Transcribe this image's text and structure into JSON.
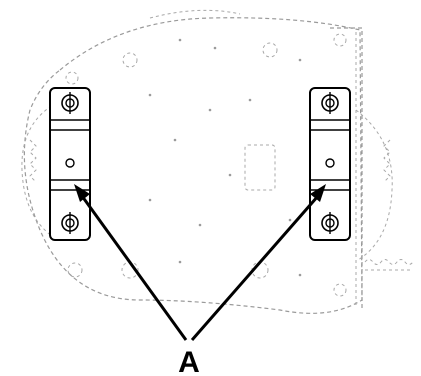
{
  "diagram": {
    "callout_label": "A",
    "items": [
      {
        "name": "left-mounting-bracket"
      },
      {
        "name": "right-mounting-bracket"
      }
    ]
  }
}
